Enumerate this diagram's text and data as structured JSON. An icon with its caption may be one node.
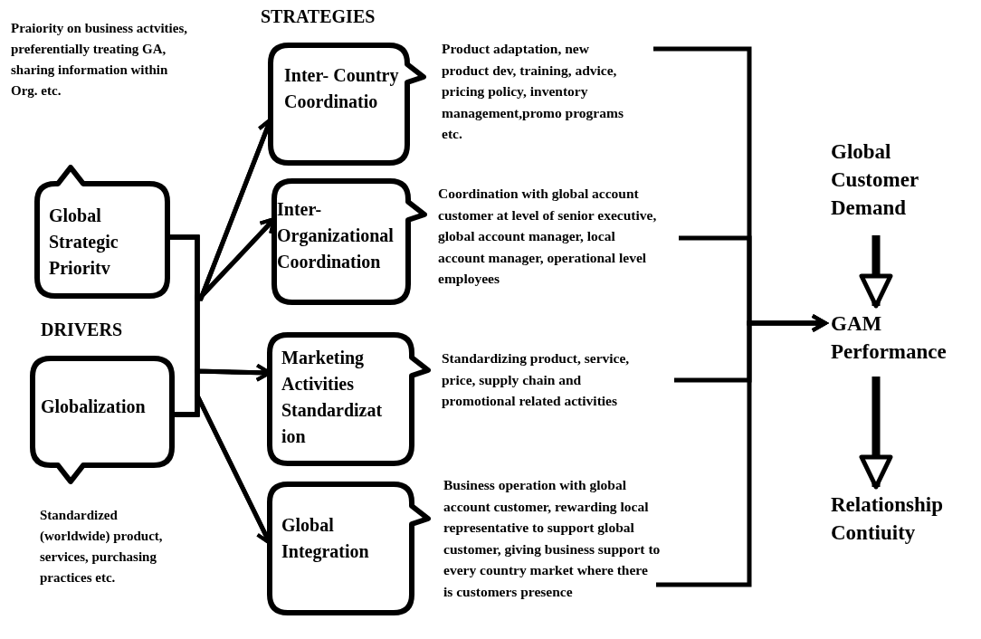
{
  "diagram": {
    "nodes": [
      {
        "text": [
          "Global Strategic Prioritv"
        ]
      },
      {
        "text": [
          "Globalization"
        ]
      },
      {
        "text": [
          "Inter- Country Coordinatio"
        ]
      },
      {
        "text": [
          "Inter- Organizational Coordination"
        ]
      },
      {
        "text": [
          "Marketing Activities Standardizat ion"
        ]
      },
      {
        "text": [
          "Global Integration"
        ]
      },
      {
        "text": [
          "Product adaptation, new product dev, training, advice, pricing policy, inventory management,promo programs etc."
        ]
      },
      {
        "text": [
          "Coordination with global account customer at level of senior executive, global account manager, local account manager, operational level employees"
        ]
      },
      {
        "text": [
          "Standardizing product, service, price, supply chain and promotional related activities"
        ]
      },
      {
        "text": [
          "Business operation with global account customer, rewarding local representative to support global customer, giving business support to every country market where there is customers presence"
        ]
      },
      {
        "text": [
          "Global Customer Demand"
        ]
      },
      {
        "text": [
          "GAM Performance"
        ]
      },
      {
        "text": [
          "Relationship Contiuity"
        ]
      }
    ],
    "edges": [
      {
        "from": 0,
        "to": 2,
        "arrow": "to"
      },
      {
        "from": 0,
        "to": 3,
        "arrow": "to"
      },
      {
        "from": 0,
        "to": 4,
        "arrow": "to"
      },
      {
        "from": 0,
        "to": 5,
        "arrow": "to"
      },
      {
        "from": 1,
        "to": 2,
        "arrow": "to"
      },
      {
        "from": 1,
        "to": 3,
        "arrow": "to"
      },
      {
        "from": 1,
        "to": 4,
        "arrow": "to"
      },
      {
        "from": 1,
        "to": 5,
        "arrow": "to"
      },
      {
        "from": 6,
        "to": 11,
        "arrow": "to"
      },
      {
        "from": 7,
        "to": 11,
        "arrow": "to"
      },
      {
        "from": 8,
        "to": 11,
        "arrow": "to"
      },
      {
        "from": 9,
        "to": 11,
        "arrow": "to"
      },
      {
        "from": 10,
        "to": 11,
        "arrow": "to",
        "style": "thick"
      },
      {
        "from": 11,
        "to": 12,
        "arrow": "to",
        "style": "thick"
      }
    ],
    "labels": [
      "STRATEGIES",
      "Praiority on business actvities, preferentially treating GA, sharing information within Org. etc.",
      "DRIVERS",
      "Standardized (worldwide) product, services, purchasing practices etc."
    ]
  }
}
